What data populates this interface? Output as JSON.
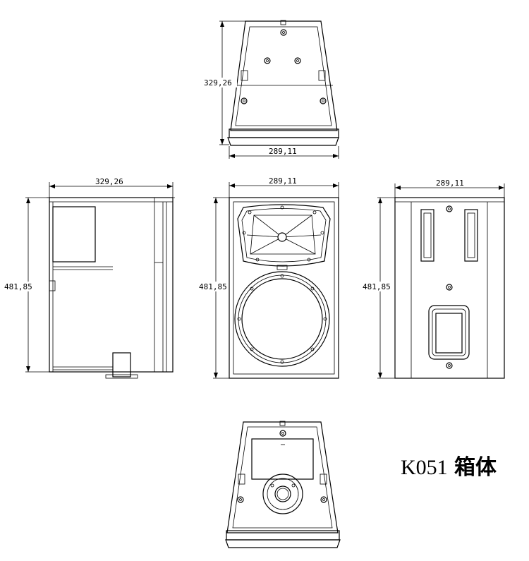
{
  "dimensions": {
    "top_view_depth": "329,26",
    "top_view_width": "289,11",
    "side_view_depth": "329,26",
    "side_view_height": "481,85",
    "front_view_width": "289,11",
    "front_view_height": "481,85",
    "rear_view_width": "289,11",
    "rear_view_height": "481,85"
  },
  "title": {
    "model": "K051",
    "label": "箱体"
  }
}
